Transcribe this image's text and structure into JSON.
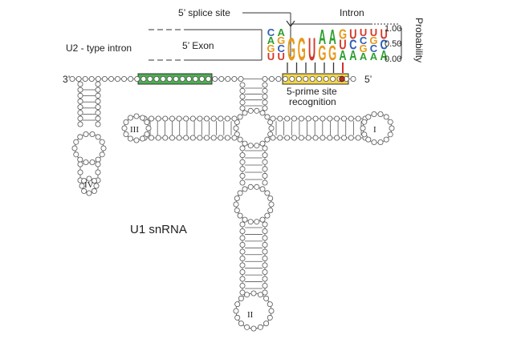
{
  "labels": {
    "splice_site": "5’ splice site",
    "intron": "Intron",
    "u2_intron": "U2 - type intron",
    "exon": "5’ Exon",
    "three_prime": "3’",
    "five_prime": "5’",
    "recognition_line1": "5-prime site",
    "recognition_line2": "recognition",
    "probability": "Probability",
    "u1": "U1 snRNA",
    "stem_I": "I",
    "stem_II": "II",
    "stem_III": "III",
    "stem_IV": "IV"
  },
  "logo": {
    "yticks": [
      "1.00",
      "0.50",
      "0.00"
    ],
    "columns": [
      [
        "C",
        "A",
        "G",
        "U"
      ],
      [
        "A",
        "G",
        "C",
        "U"
      ],
      [
        "G"
      ],
      [
        "G"
      ],
      [
        "U"
      ],
      [
        "A",
        "G"
      ],
      [
        "A",
        "G"
      ],
      [
        "G",
        "U",
        "A"
      ],
      [
        "U",
        "C",
        "A"
      ],
      [
        "U",
        "C",
        "G",
        "A"
      ],
      [
        "U",
        "G",
        "C",
        "A"
      ],
      [
        "U",
        "C",
        "A"
      ]
    ]
  },
  "colors": {
    "A": "#2e9e2e",
    "C": "#2f5fb5",
    "G": "#e59a1c",
    "U": "#d23a2a",
    "green_box": "#4caf50",
    "yellow_box": "#f3d54a",
    "highlight_line": "#d32f2f",
    "highlight_dot": "#b5341f"
  }
}
